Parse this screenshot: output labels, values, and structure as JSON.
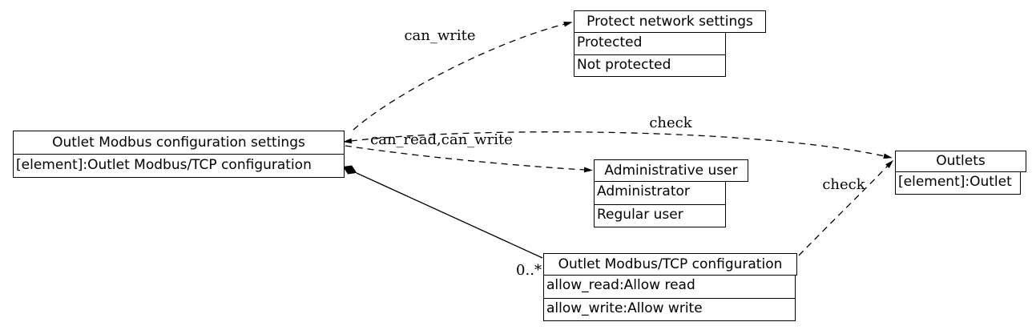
{
  "diagram": {
    "nodes": {
      "settings": {
        "title": "Outlet Modbus configuration settings",
        "rows": [
          "[element]:Outlet Modbus/TCP configuration"
        ]
      },
      "protect_network_settings": {
        "title": "Protect network settings",
        "rows": [
          "Protected",
          "Not protected"
        ]
      },
      "administrative_user": {
        "title": "Administrative user",
        "rows": [
          "Administrator",
          "Regular user"
        ]
      },
      "modbus_configuration": {
        "title": "Outlet Modbus/TCP configuration",
        "rows": [
          "allow_read:Allow read",
          "allow_write:Allow write"
        ]
      },
      "outlets": {
        "title": "Outlets",
        "rows": [
          "[element]:Outlet"
        ]
      }
    },
    "edges": {
      "can_write": {
        "label": "can_write",
        "style": "dashed"
      },
      "can_read_can_write": {
        "label": "can_read,can_write",
        "style": "dashed"
      },
      "check_settings_outlets": {
        "label": "check",
        "style": "dashed"
      },
      "check_modbus_outlets": {
        "label": "check",
        "style": "dashed"
      },
      "composition": {
        "multiplicity": "0..*",
        "style": "solid"
      }
    },
    "colors": {
      "line": "#000000",
      "text": "#000000",
      "background": "#ffffff"
    }
  }
}
